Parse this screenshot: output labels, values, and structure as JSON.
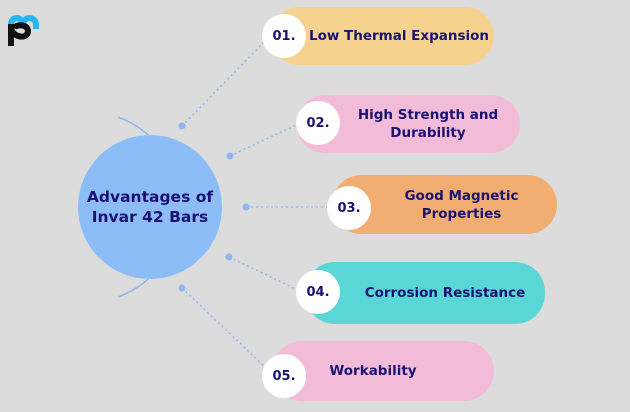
{
  "logo": {
    "name": "pm-logo",
    "colors": {
      "top": "#29b6f0",
      "bottom": "#111111"
    }
  },
  "center": {
    "line1": "Advantages of",
    "line2": "Invar 42 Bars",
    "color": "#8dbdf7"
  },
  "text_color": "#1a1273",
  "items": [
    {
      "num": "01.",
      "line1": "Low Thermal Expansion",
      "line2": "",
      "color": "#f5d38f"
    },
    {
      "num": "02.",
      "line1": "High Strength and",
      "line2": "Durability",
      "color": "#f2bcd8"
    },
    {
      "num": "03.",
      "line1": "Good Magnetic",
      "line2": "Properties",
      "color": "#f2ad72"
    },
    {
      "num": "04.",
      "line1": "Corrosion Resistance",
      "line2": "",
      "color": "#5ad6d6"
    },
    {
      "num": "05.",
      "line1": "Workability",
      "line2": "",
      "color": "#f2bcd8"
    }
  ]
}
